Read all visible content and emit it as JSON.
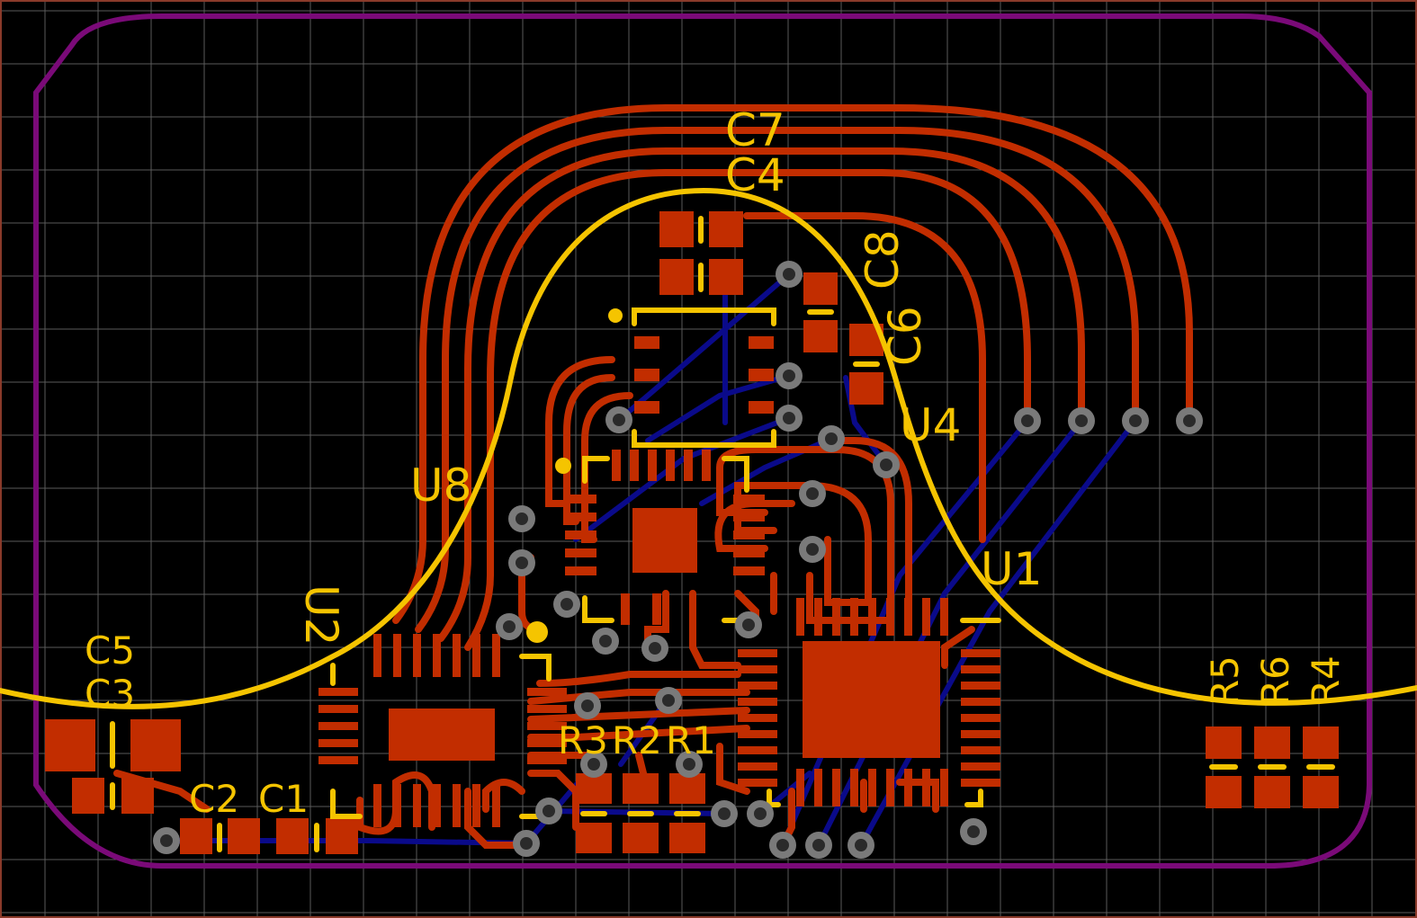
{
  "colors": {
    "background": "#000000",
    "grid": "#5a5a5a",
    "board_outline": "#7a0a78",
    "top_copper": "#c22d00",
    "bottom_copper": "#0a0a8a",
    "silkscreen": "#f5c400",
    "via": "#7a7a7a",
    "frame": "#8a3a2a"
  },
  "designators": {
    "c7": "C7",
    "c4": "C4",
    "c8": "C8",
    "c6": "C6",
    "u4": "U4",
    "u8": "U8",
    "u1": "U1",
    "u2": "U2",
    "c5": "C5",
    "c3": "C3",
    "c2": "C2",
    "c1": "C1",
    "r3": "R3",
    "r2": "R2",
    "r1": "R1",
    "r5": "R5",
    "r6": "R6",
    "r4": "R4"
  }
}
